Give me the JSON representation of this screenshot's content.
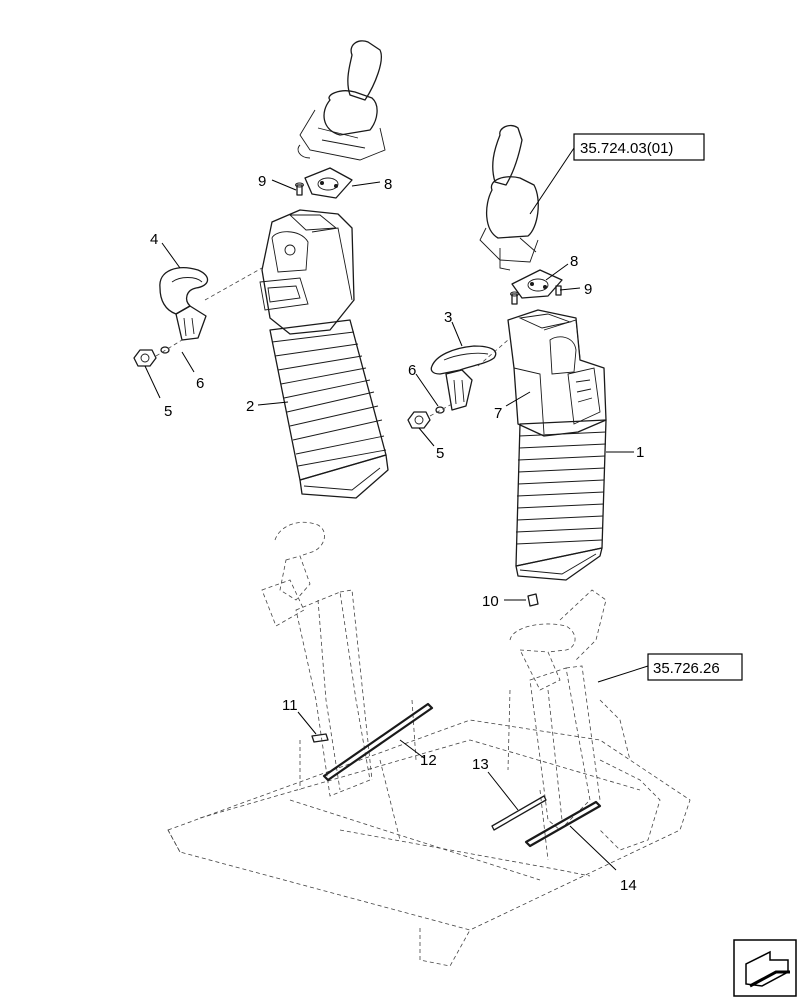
{
  "callouts": {
    "c1": "1",
    "c2": "2",
    "c3": "3",
    "c4": "4",
    "c5a": "5",
    "c5b": "5",
    "c6a": "6",
    "c6b": "6",
    "c7": "7",
    "c8a": "8",
    "c8b": "8",
    "c9a": "9",
    "c9b": "9",
    "c10": "10",
    "c11": "11",
    "c12": "12",
    "c13": "13",
    "c14": "14"
  },
  "references": {
    "ref_upper": "35.724.03(01)",
    "ref_lower": "35.726.26"
  },
  "icons": {
    "navigation": "page-turn-arrow-icon"
  },
  "colors": {
    "line": "#1a1a1a",
    "background": "#ffffff"
  }
}
